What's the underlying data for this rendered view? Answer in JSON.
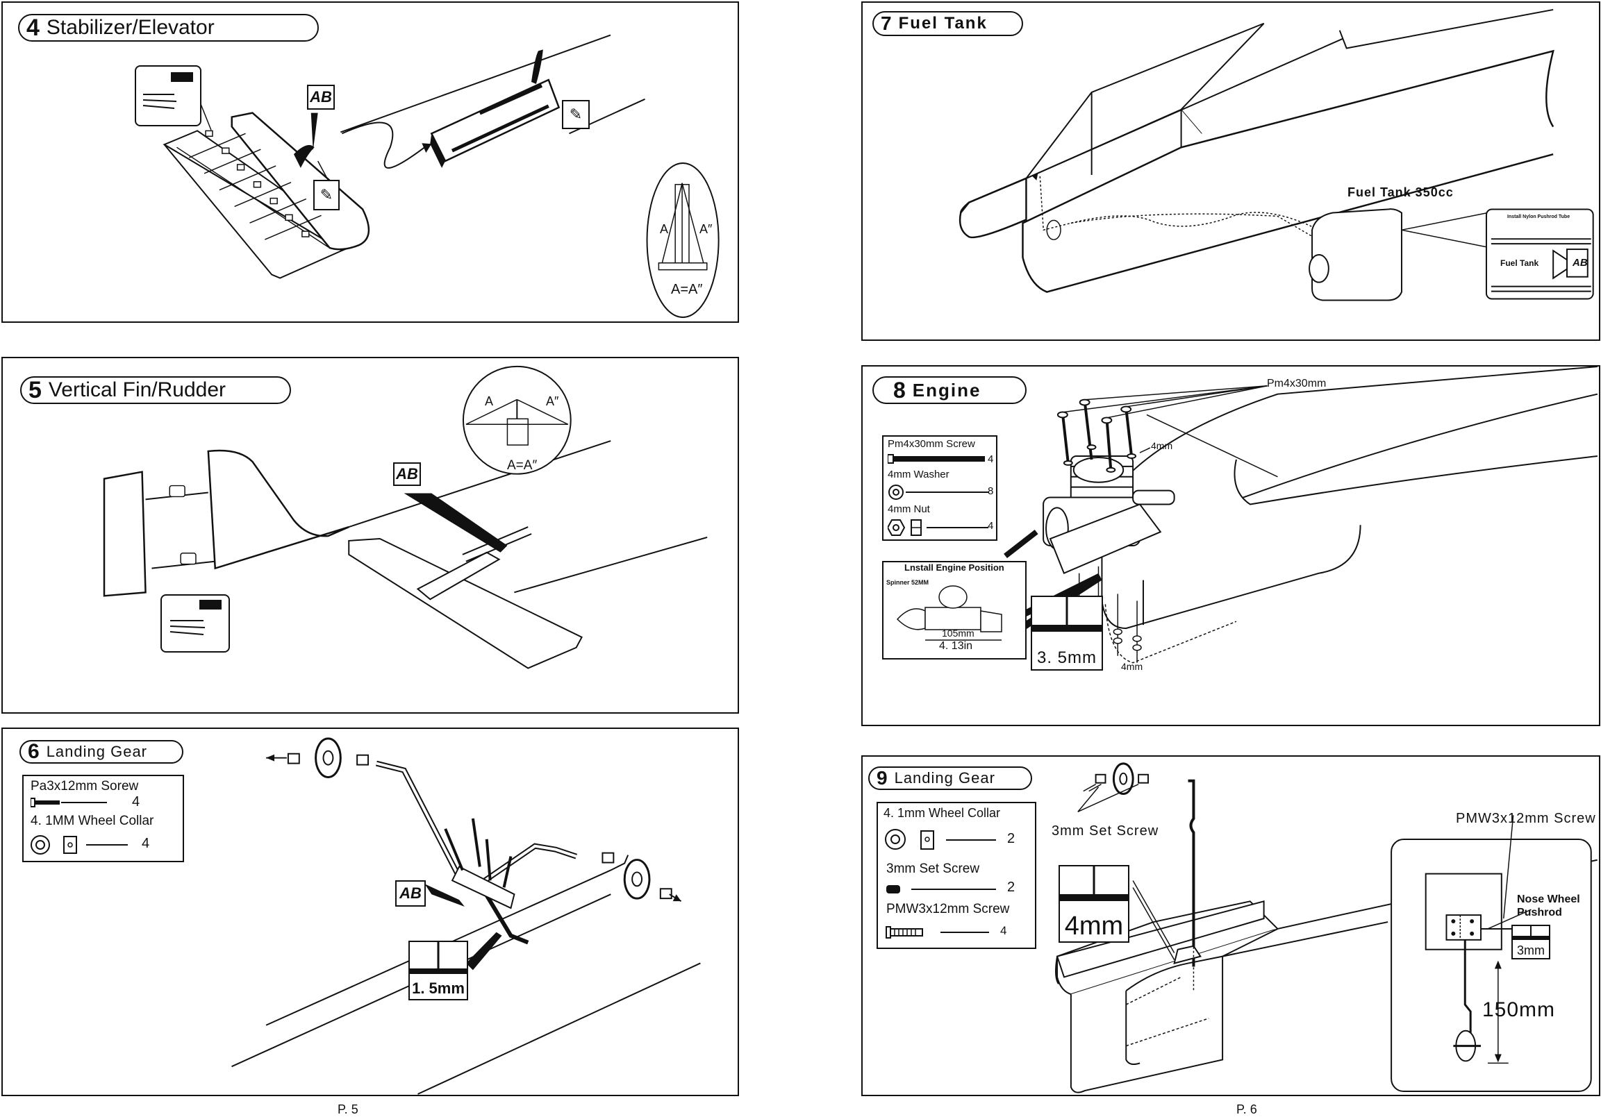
{
  "steps": {
    "s4": {
      "num": "4",
      "title": "Stabilizer/Elevator",
      "detail_top": "A",
      "detail_right": "A″",
      "detail_eq": "A=A″"
    },
    "s5": {
      "num": "5",
      "title": "Vertical Fin/Rudder",
      "detail_left": "A",
      "detail_right": "A″",
      "detail_eq": "A=A″"
    },
    "s6": {
      "num": "6",
      "title": "Landing Gear",
      "part1": "Pa3x12mm Sorew",
      "part1_qty": "4",
      "part2": "4. 1MM Wheel Collar",
      "part2_qty": "4",
      "measure": "1. 5mm"
    },
    "s7": {
      "num": "7",
      "title": "Fuel Tank",
      "tank_label": "Fuel Tank 350cc",
      "inset_caption": "Install Nylon Pushrod Tube",
      "inset_label": "Fuel Tank"
    },
    "s8": {
      "num": "8",
      "title": "Engine",
      "screw_label": "Pm4x30mm",
      "washer_label": "4mm",
      "nut_label": "4mm",
      "part1": "Pm4x30mm Screw",
      "part1_qty": "4",
      "part2": "4mm Washer",
      "part2_qty": "8",
      "part3": "4mm Nut",
      "part3_qty": "4",
      "install_title": "Lnstall Engine Position",
      "spinner": "Spinner 52MM",
      "dim_mm": "105mm",
      "dim_in": "4. 13in",
      "measure": "3. 5mm"
    },
    "s9": {
      "num": "9",
      "title": "Landing Gear",
      "part1": "4. 1mm Wheel Collar",
      "part1_qty": "2",
      "part2": "3mm Set Screw",
      "part2_qty": "2",
      "part3": "PMW3x12mm Screw",
      "part3_qty": "4",
      "set_screw_callout": "3mm Set Screw",
      "measure": "4mm",
      "pmw_callout": "PMW3x12mm Screw",
      "pushrod": "Nose Wheel\nPushrod",
      "pushrod_1": "Nose Wheel",
      "pushrod_2": "Pushrod",
      "pushrod_measure": "3mm",
      "length": "150mm"
    }
  },
  "glue_label": "AB",
  "pages": {
    "left": "P. 5",
    "right": "P. 6"
  }
}
